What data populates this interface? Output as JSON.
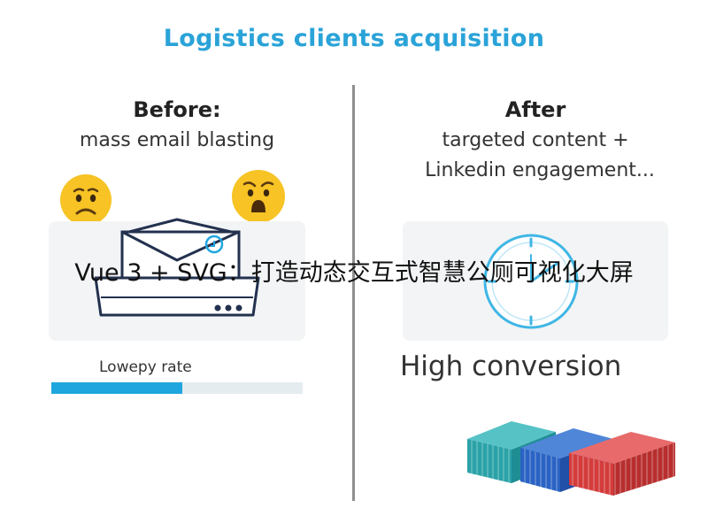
{
  "title": "Logistics clients acquisition",
  "overlay_title": "Vue 3 + SVG：打造动态交互式智慧公厕可视化大屏",
  "before": {
    "heading": "Before:",
    "subtitle": "mass email blasting",
    "rate_label": "Lowepy rate",
    "rate_fraction": 0.52
  },
  "after": {
    "heading": "After",
    "subtitle_line1": "targeted content +",
    "subtitle_line2": "Linkedin engagement...",
    "result_label": "High conversion"
  },
  "colors": {
    "accent": "#2aa3d8",
    "progress": "#1fa6df",
    "divider": "#8f8f8f",
    "emoji": "#f7c325"
  }
}
